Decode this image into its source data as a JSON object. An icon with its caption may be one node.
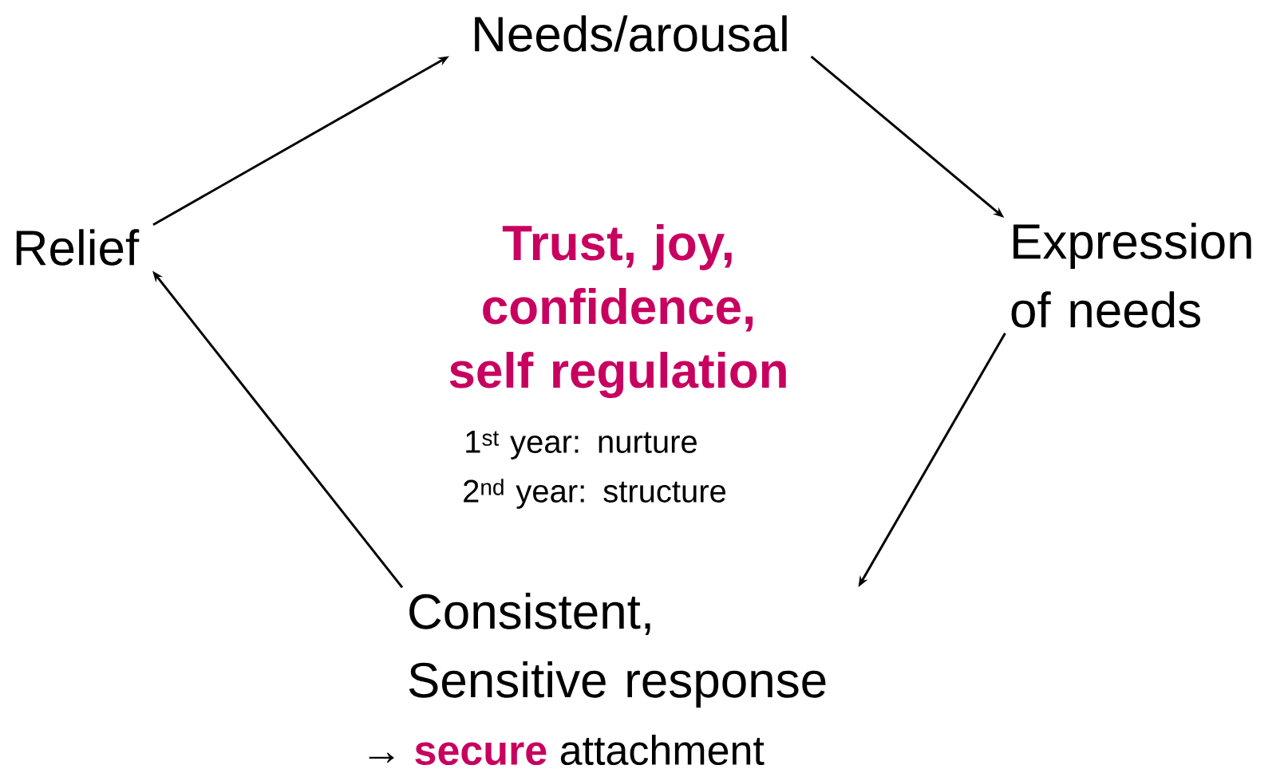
{
  "diagram": {
    "nodes": [
      {
        "text": [
          "Needs/arousal"
        ]
      },
      {
        "text": [
          "Expression of needs"
        ]
      },
      {
        "text": [
          "Consistent, Sensitive response"
        ],
        "beside": [
          "→ **secure** attachment"
        ]
      },
      {
        "text": [
          "Relief"
        ]
      }
    ],
    "edges": [
      {
        "from": 0,
        "to": 1,
        "arrow": "to"
      },
      {
        "from": 1,
        "to": 2,
        "arrow": "to"
      },
      {
        "from": 2,
        "to": 3,
        "arrow": "to"
      },
      {
        "from": 3,
        "to": 0,
        "arrow": "to"
      }
    ],
    "labels": [
      "Trust, joy, confidence, self regulation",
      "1$^{st}$ year: nurture",
      "2$^{nd}$ year: structure"
    ]
  }
}
